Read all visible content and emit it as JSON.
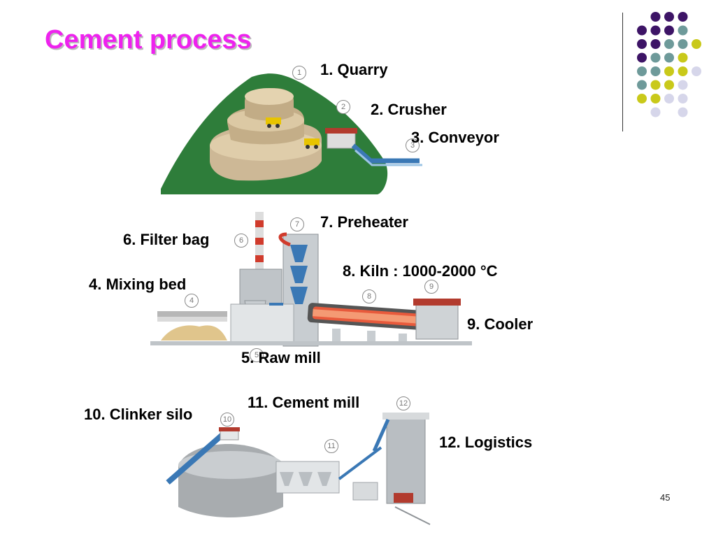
{
  "slide": {
    "title": "Cement process",
    "page_number": "45"
  },
  "labels": {
    "quarry": "1. Quarry",
    "crusher": "2. Crusher",
    "conveyor": "3. Conveyor",
    "mixing_bed": "4. Mixing bed",
    "raw_mill": "5. Raw mill",
    "filter_bag": "6. Filter bag",
    "preheater": "7. Preheater",
    "kiln": "8. Kiln : 1000-2000 °C",
    "cooler": "9. Cooler",
    "clinker_silo": "10. Clinker silo",
    "cement_mill": "11. Cement mill",
    "logistics": "12. Logistics"
  },
  "badges": [
    "1",
    "2",
    "3",
    "4",
    "5",
    "6",
    "7",
    "8",
    "9",
    "10",
    "11",
    "12"
  ],
  "colors": {
    "title": "#ee22ee",
    "dot_purple": "#3d1466",
    "dot_teal": "#6e9a9a",
    "dot_yellow": "#c9c91a",
    "dot_lavender": "#d6d6ea"
  }
}
